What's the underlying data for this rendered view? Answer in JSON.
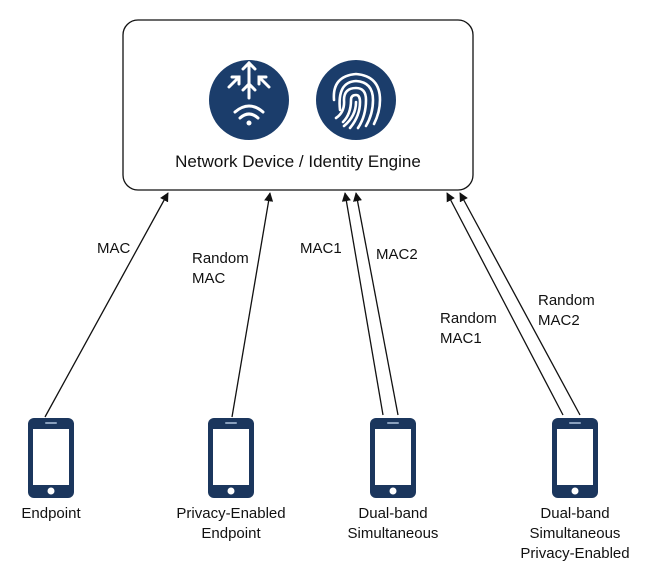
{
  "engine": {
    "title": "Network Device / Identity Engine",
    "icons": [
      "network-arrows-wifi-icon",
      "fingerprint-icon"
    ]
  },
  "links": [
    {
      "label_lines": [
        "MAC"
      ]
    },
    {
      "label_lines": [
        "Random",
        "MAC"
      ]
    },
    {
      "label_lines": [
        "MAC1"
      ]
    },
    {
      "label_lines": [
        "MAC2"
      ]
    },
    {
      "label_lines": [
        "Random",
        "MAC1"
      ]
    },
    {
      "label_lines": [
        "Random",
        "MAC2"
      ]
    }
  ],
  "devices": [
    {
      "label_lines": [
        "Endpoint"
      ]
    },
    {
      "label_lines": [
        "Privacy-Enabled",
        "Endpoint"
      ]
    },
    {
      "label_lines": [
        "Dual-band",
        "Simultaneous"
      ]
    },
    {
      "label_lines": [
        "Dual-band",
        "Simultaneous",
        "Privacy-Enabled"
      ]
    }
  ],
  "colors": {
    "icon": "#1b3d6b",
    "phone": "#1b365d",
    "line": "#111111"
  }
}
